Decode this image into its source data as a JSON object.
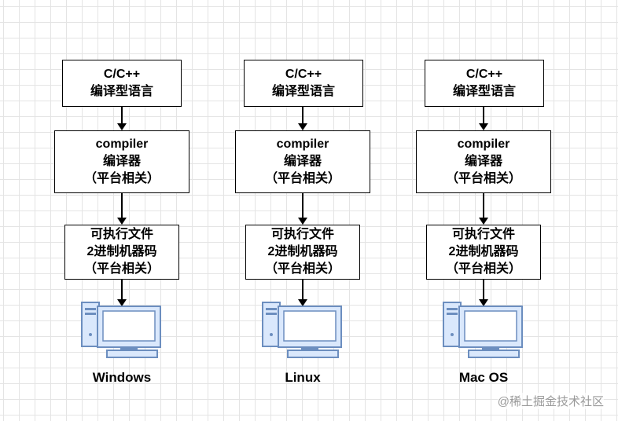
{
  "columns": [
    {
      "lang": [
        "C/C++",
        "编译型语言"
      ],
      "compiler": [
        "compiler",
        "编译器",
        "（平台相关）"
      ],
      "exe": [
        "可执行文件",
        "2进制机器码",
        "（平台相关）"
      ],
      "os": "Windows"
    },
    {
      "lang": [
        "C/C++",
        "编译型语言"
      ],
      "compiler": [
        "compiler",
        "编译器",
        "（平台相关）"
      ],
      "exe": [
        "可执行文件",
        "2进制机器码",
        "（平台相关）"
      ],
      "os": "Linux"
    },
    {
      "lang": [
        "C/C++",
        "编译型语言"
      ],
      "compiler": [
        "compiler",
        "编译器",
        "（平台相关）"
      ],
      "exe": [
        "可执行文件",
        "2进制机器码",
        "（平台相关）"
      ],
      "os": "Mac OS"
    }
  ],
  "watermark": "@稀土掘金技术社区",
  "colors": {
    "grid": "#e4e4e4",
    "computer_frame": "#6c8ebf",
    "computer_fill": "#dae8fc",
    "screen": "#ffffff"
  }
}
